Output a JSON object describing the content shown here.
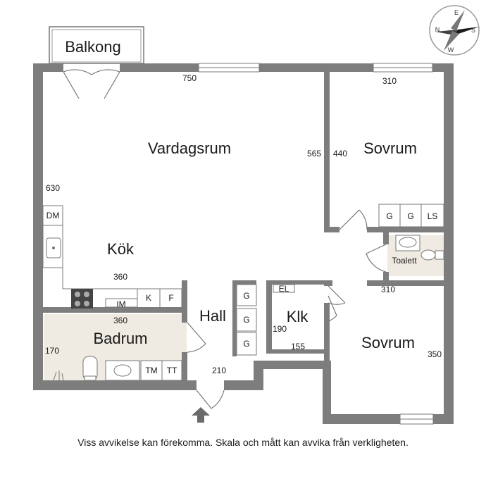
{
  "rooms": {
    "balkong": "Balkong",
    "vardagsrum": "Vardagsrum",
    "kok": "Kök",
    "sovrum_top": "Sovrum",
    "sovrum_bottom": "Sovrum",
    "badrum": "Badrum",
    "hall": "Hall",
    "klk": "Klk",
    "toalett": "Toalett"
  },
  "dimensions": {
    "top_750": "750",
    "top_310": "310",
    "d565": "565",
    "d440": "440",
    "d630": "630",
    "d360_a": "360",
    "d360_b": "360",
    "d170": "170",
    "d210": "210",
    "d190": "190",
    "d155": "155",
    "d310_b": "310",
    "d350": "350"
  },
  "fixtures": {
    "dm": "DM",
    "im": "IM",
    "k": "K",
    "f": "F",
    "g1": "G",
    "g2": "G",
    "ls": "LS",
    "el": "EL",
    "hall_g1": "G",
    "hall_g2": "G",
    "hall_g3": "G",
    "tm": "TM",
    "tt": "TT"
  },
  "compass": {
    "n": "N",
    "e": "E",
    "s": "S",
    "w": "W"
  },
  "disclaimer": "Viss avvikelse kan förekomma. Skala och mått kan avvika från verkligheten.",
  "colors": {
    "wall": "#7d7d7d",
    "wall_edge": "#6a6a6a",
    "wet_floor": "#efebe2",
    "line": "#555555"
  }
}
